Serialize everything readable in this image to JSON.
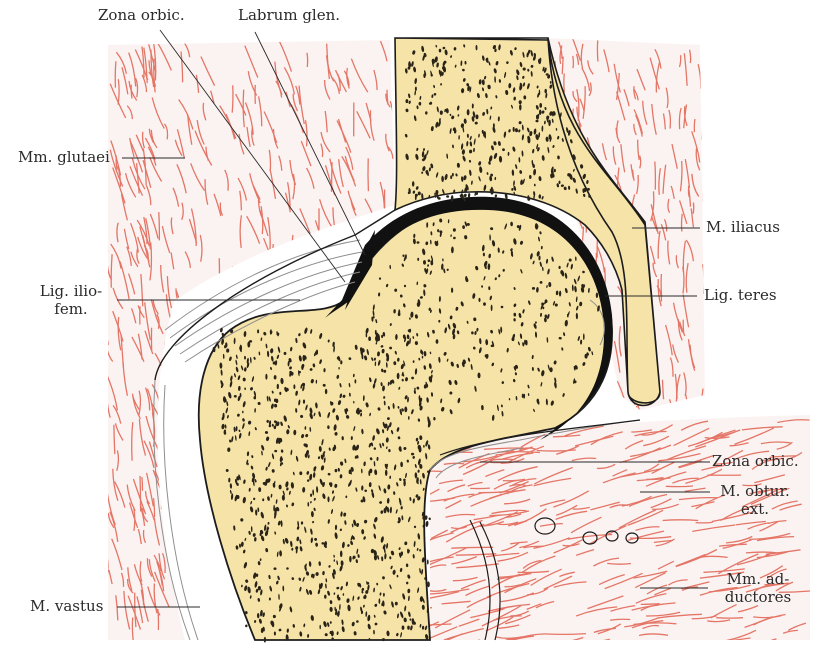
{
  "colors": {
    "background": "#ffffff",
    "bone_fill": "#f5e3a8",
    "bone_dots": "#2a2418",
    "muscle_red": "#e0604f",
    "outline": "#1c1c1c",
    "ligament_grey": "#8e8e8e",
    "label_ink": "#2a2a2a"
  },
  "labels": {
    "zona_orbic_top": "Zona orbic.",
    "labrum_glen": "Labrum glen.",
    "mm_glutaei": "Mm. glutaei",
    "m_iliacus": "M. iliacus",
    "lig_iliofem_line1": "Lig. ilio-",
    "lig_iliofem_line2": "fem.",
    "lig_teres": "Lig. teres",
    "zona_orbic_right": "Zona orbic.",
    "m_obtur_line1": "M. obtur.",
    "m_obtur_line2": "ext.",
    "mm_add_line1": "Mm. ad-",
    "mm_add_line2": "ductores",
    "m_vastus": "M. vastus"
  }
}
